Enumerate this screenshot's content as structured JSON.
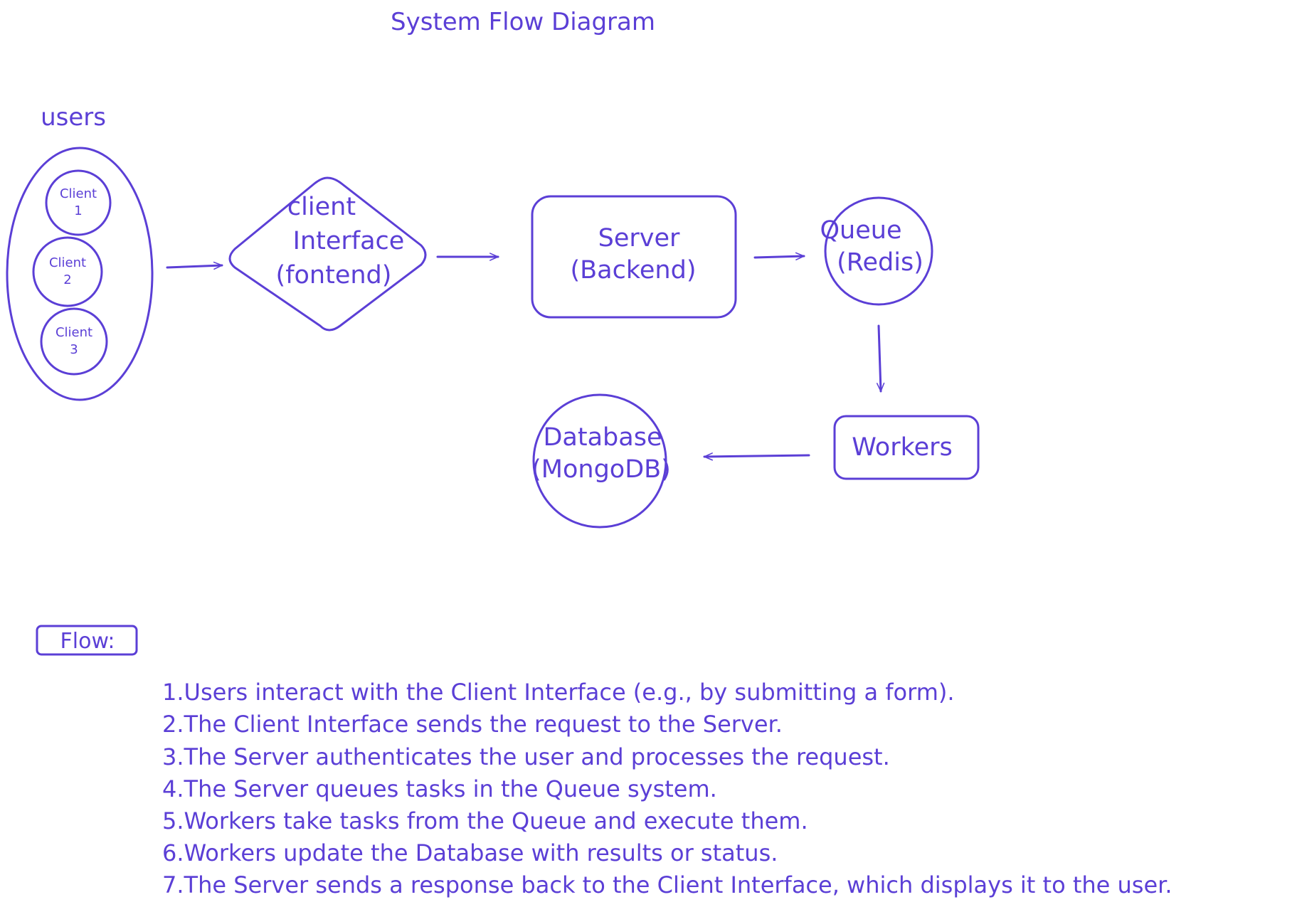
{
  "title": "System Flow Diagram",
  "group_label": "users",
  "clients": [
    {
      "line1": "Client",
      "line2": "1"
    },
    {
      "line1": "Client",
      "line2": "2"
    },
    {
      "line1": "Client",
      "line2": "3"
    }
  ],
  "nodes": {
    "client_interface": {
      "line1": "client",
      "line2": "Interface",
      "line3": "(fontend)"
    },
    "server": {
      "line1": "Server",
      "line2": "(Backend)"
    },
    "queue": {
      "line1": "Queue",
      "line2": "(Redis)"
    },
    "workers": {
      "line1": "Workers"
    },
    "database": {
      "line1": "Database",
      "line2": "(MongoDB)"
    }
  },
  "flow": {
    "label": "Flow:",
    "steps": [
      "1.Users interact with the Client Interface (e.g., by submitting a form).",
      "2.The Client Interface sends the request to the Server.",
      "3.The Server authenticates the user and processes the request.",
      "4.The Server queues tasks in the Queue system.",
      "5.Workers take tasks from the Queue and execute them.",
      "6.Workers update the Database with results or status.",
      "7.The Server sends a response back to the Client Interface, which displays it to the user."
    ]
  },
  "colors": {
    "stroke": "#5b3fd6",
    "text": "#5b3fd6",
    "background": "#ffffff"
  }
}
